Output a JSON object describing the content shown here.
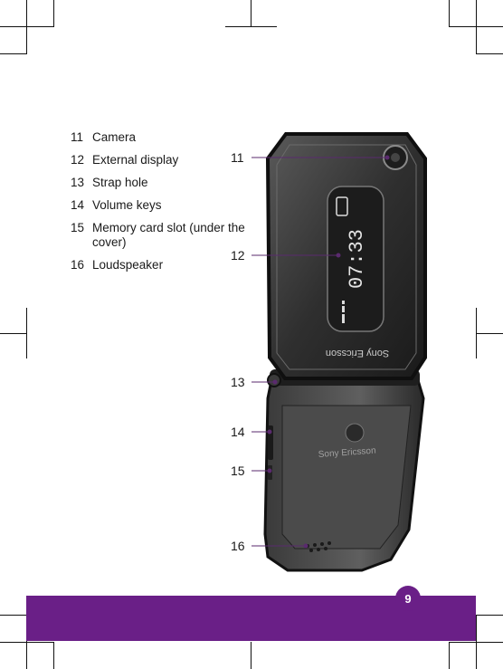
{
  "legend": [
    {
      "num": "11",
      "label": "Camera"
    },
    {
      "num": "12",
      "label": "External display"
    },
    {
      "num": "13",
      "label": "Strap hole"
    },
    {
      "num": "14",
      "label": "Volume keys"
    },
    {
      "num": "15",
      "label": "Memory card slot (under the cover)"
    },
    {
      "num": "16",
      "label": "Loudspeaker"
    }
  ],
  "callouts": [
    "11",
    "12",
    "13",
    "14",
    "15",
    "16"
  ],
  "display": {
    "time": "07:33"
  },
  "brand": {
    "upper": "Sony Ericsson",
    "lower": "Sony Ericsson"
  },
  "page": {
    "number": "9"
  },
  "colors": {
    "accent": "#6a1f87",
    "phone_body": "#2b2b2b"
  }
}
